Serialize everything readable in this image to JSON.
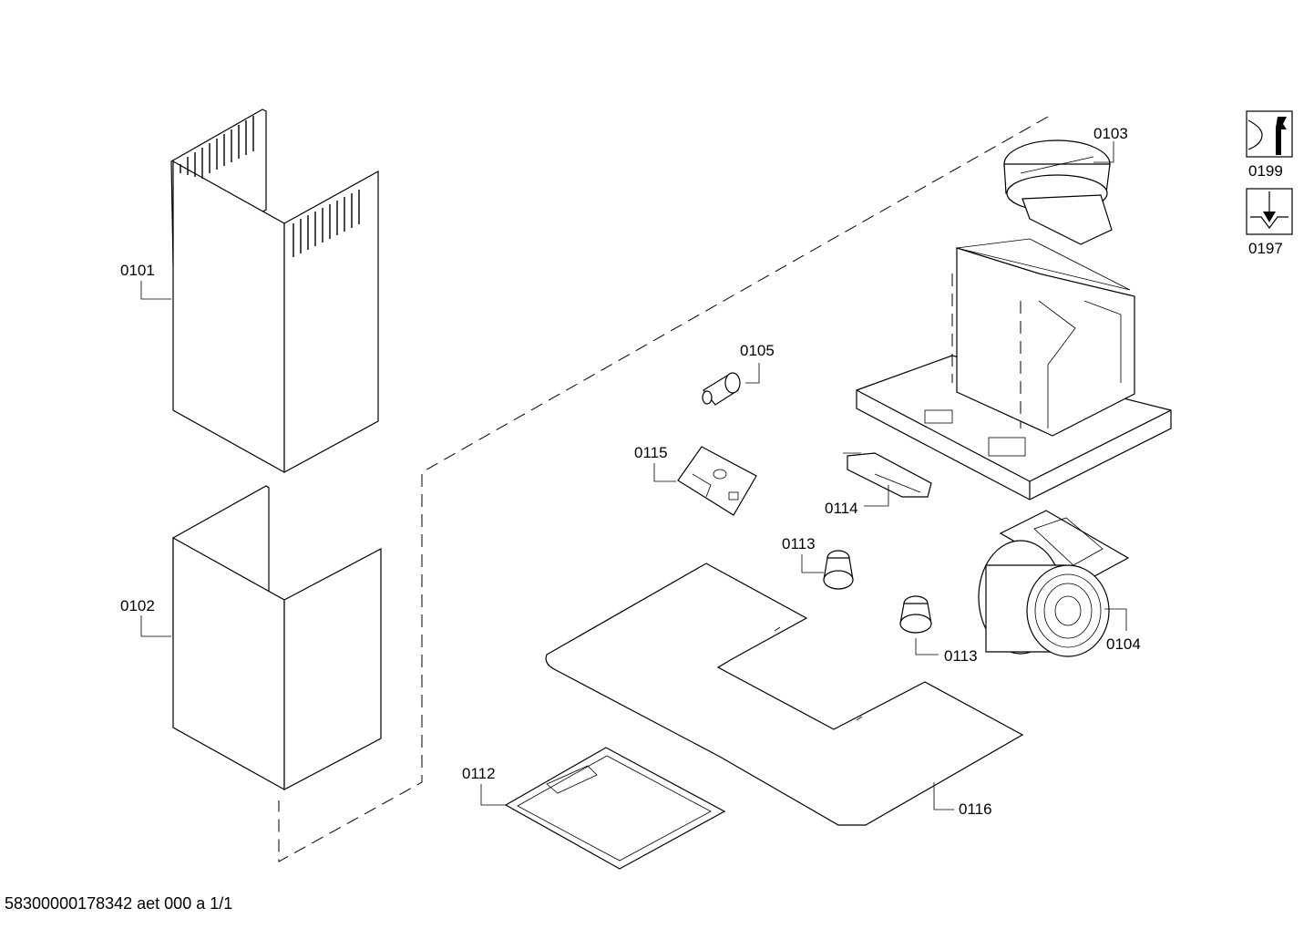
{
  "parts": {
    "p0101": "0101",
    "p0102": "0102",
    "p0103": "0103",
    "p0104": "0104",
    "p0105": "0105",
    "p0112": "0112",
    "p0113a": "0113",
    "p0113b": "0113",
    "p0114": "0114",
    "p0115": "0115",
    "p0116": "0116"
  },
  "tools": {
    "t0199": "0199",
    "t0197": "0197"
  },
  "footer": "58300000178342 aet 000 a 1/1"
}
